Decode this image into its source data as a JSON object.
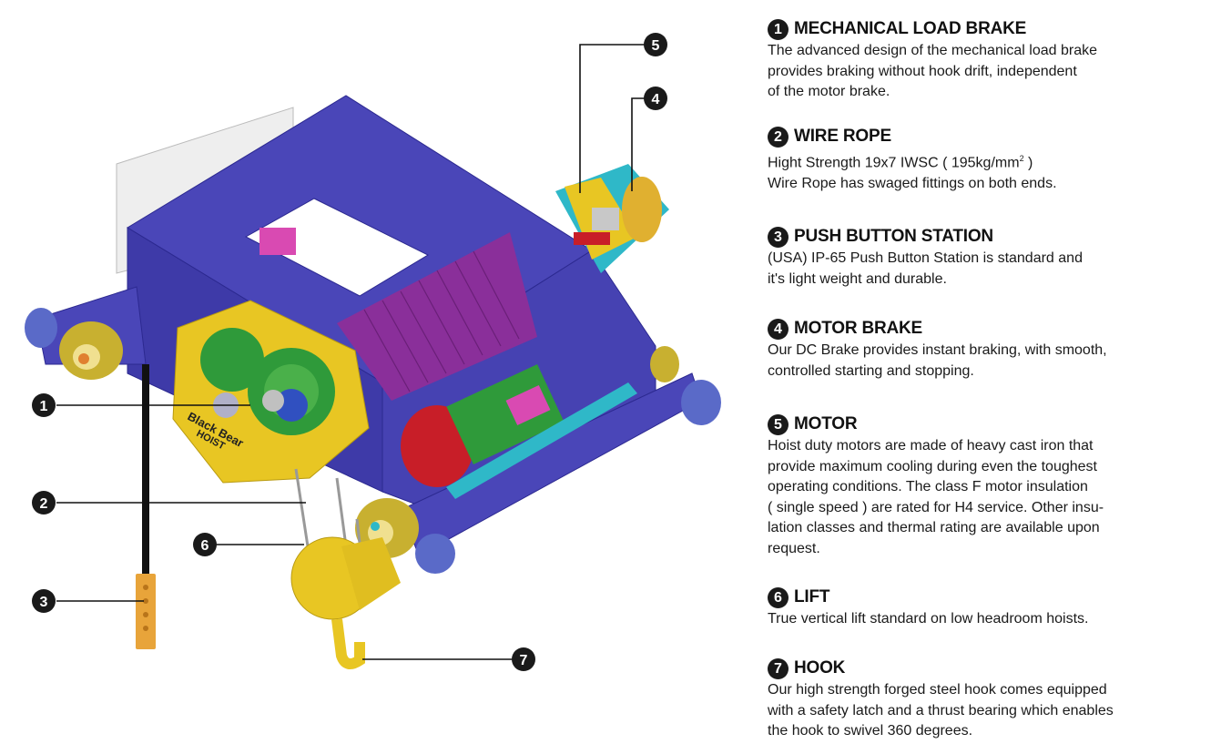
{
  "colors": {
    "frame": "#4a46b8",
    "frame_dark": "#35329a",
    "gearbox": "#e8c623",
    "gear": "#2f9a3a",
    "drum": "#8a2f9a",
    "motor_red": "#c81e28",
    "shaft_cyan": "#2fb8c8"
  },
  "diagram": {
    "hoist_label_line1": "Black Bear",
    "hoist_label_line2": "HOIST",
    "callouts": [
      "❶",
      "❷",
      "❸",
      "❹",
      "❺",
      "❻",
      "❼"
    ]
  },
  "features": [
    {
      "num": "❶",
      "title": "MECHANICAL LOAD BRAKE",
      "lines": [
        "The advanced design of the mechanical load brake",
        "provides braking without hook drift, independent",
        "of the motor brake."
      ]
    },
    {
      "num": "❷",
      "title": "WIRE ROPE",
      "line1_pre": "Hight Strength 19x7  IWSC ( 195kg/mm",
      "line1_sup": "2",
      "line1_post": " )",
      "line2": "Wire Rope has swaged fittings on both ends."
    },
    {
      "num": "❸",
      "title": "PUSH BUTTON STATION",
      "lines": [
        "(USA) IP-65 Push Button Station is standard and",
        "it's light weight and durable."
      ]
    },
    {
      "num": "❹",
      "title": "MOTOR BRAKE",
      "lines": [
        "Our DC Brake provides instant braking, with smooth,",
        "controlled starting and stopping."
      ]
    },
    {
      "num": "❺",
      "title": "MOTOR",
      "lines": [
        "Hoist duty motors are made of heavy cast iron that",
        "provide maximum cooling during even the toughest",
        "operating conditions. The class F motor insulation",
        "( single speed ) are rated for H4 service. Other insu-",
        "lation classes and thermal rating are available upon",
        "request."
      ]
    },
    {
      "num": "❻",
      "title": "LIFT",
      "lines": [
        "True vertical lift standard on low headroom hoists."
      ]
    },
    {
      "num": "❼",
      "title": "HOOK",
      "lines": [
        "Our high strength forged steel hook comes equipped",
        "with a safety latch and a thrust bearing which enables",
        "the hook to swivel 360 degrees."
      ]
    }
  ]
}
